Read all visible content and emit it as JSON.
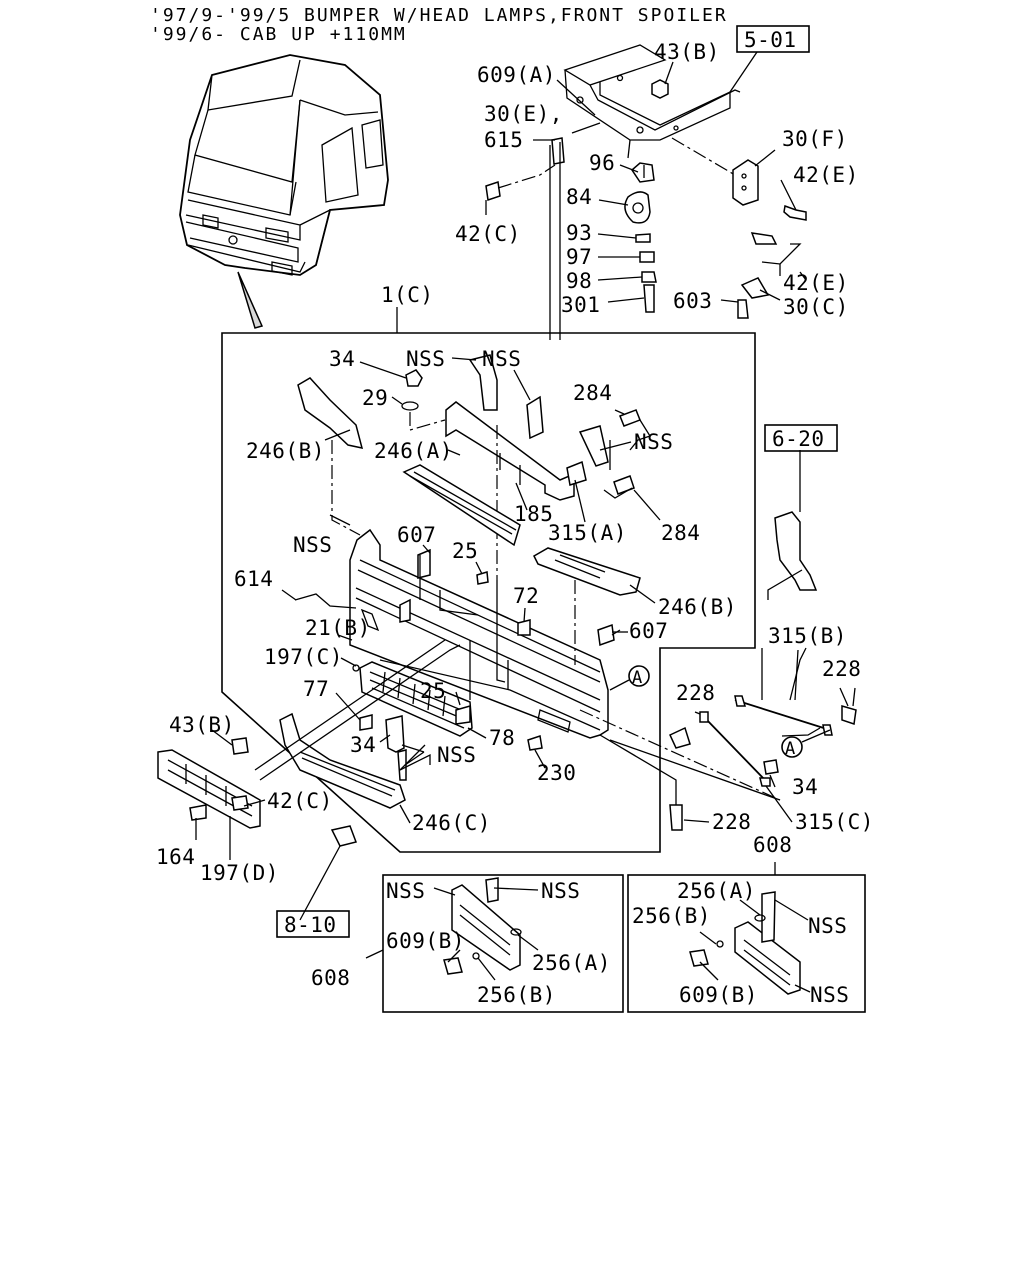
{
  "title": {
    "line1": "'97/9-'99/5 BUMPER W/HEAD LAMPS,FRONT SPOILER",
    "line2": "'99/6- CAB UP +110MM"
  },
  "refs": {
    "r501": "5-01",
    "r620": "6-20",
    "r810": "8-10"
  },
  "circle_marker": "A",
  "labels": {
    "l_609a": "609(A)",
    "l_43b_top": "43(B)",
    "l_30e": "30(E),",
    "l_615": "615",
    "l_96": "96",
    "l_30f": "30(F)",
    "l_84": "84",
    "l_42e_1": "42(E)",
    "l_42c_top": "42(C)",
    "l_93": "93",
    "l_97": "97",
    "l_42e_2": "42(E)",
    "l_98": "98",
    "l_301": "301",
    "l_603": "603",
    "l_30c": "30(C)",
    "l_1c": "1(C)",
    "l_34_top": "34",
    "l_nss_1": "NSS",
    "l_nss_2": "NSS",
    "l_29": "29",
    "l_284_top": "284",
    "l_246b_left": "246(B)",
    "l_246a": "246(A)",
    "l_nss_3": "NSS",
    "l_185": "185",
    "l_315a": "315(A)",
    "l_284_bot": "284",
    "l_nss_4": "NSS",
    "l_607_left": "607",
    "l_25_top": "25",
    "l_614": "614",
    "l_72": "72",
    "l_246b_right": "246(B)",
    "l_21b": "21(B)",
    "l_607_right": "607",
    "l_197c": "197(C)",
    "l_77": "77",
    "l_25_mid": "25",
    "l_228_left": "228",
    "l_228_right": "228",
    "l_315b": "315(B)",
    "l_43b_left": "43(B)",
    "l_78": "78",
    "l_34_mid": "34",
    "l_nss_5": "NSS",
    "l_230": "230",
    "l_34_right": "34",
    "l_42c_bot": "42(C)",
    "l_246c": "246(C)",
    "l_228_bot": "228",
    "l_315c": "315(C)",
    "l_164": "164",
    "l_197d": "197(D)",
    "l_608_top": "608",
    "l_nss_6": "NSS",
    "l_nss_7": "NSS",
    "l_256a_right": "256(A)",
    "l_256b_right": "256(B)",
    "l_nss_8": "NSS",
    "l_609b_left": "609(B)",
    "l_256a_left": "256(A)",
    "l_608_bot": "608",
    "l_256b_left": "256(B)",
    "l_609b_right": "609(B)",
    "l_nss_9": "NSS"
  }
}
